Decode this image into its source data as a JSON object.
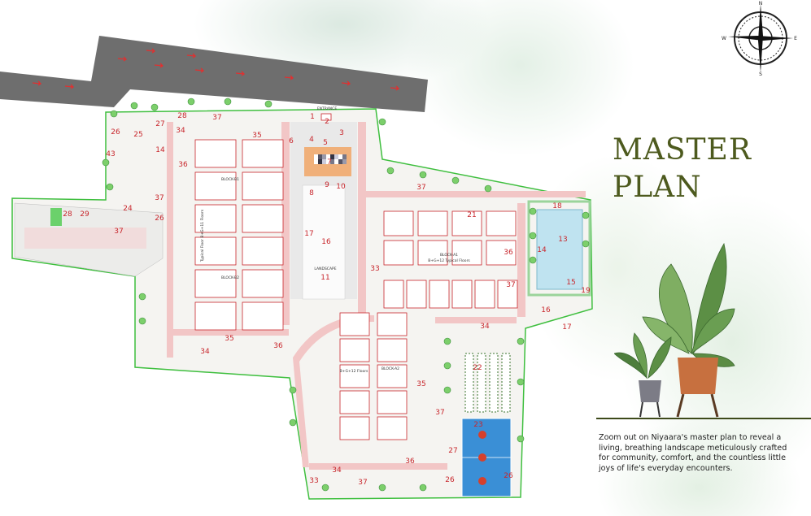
{
  "heading": {
    "line1": "MASTER",
    "line2": "PLAN"
  },
  "description": "Zoom out on Niyaara's master plan to reveal a living, breathing landscape meticulously crafted for community, comfort, and the countless little joys of life's everyday encounters.",
  "compass": {
    "n": "N",
    "s": "S",
    "e": "E",
    "w": "W"
  },
  "plan_text": {
    "entrance": "ENTRANCE",
    "block_a1": "BLOCK-A1",
    "block_a1_floors": "B+G+12 Typical Floors",
    "block_a2": "BLOCK-A2",
    "block_a2_floors": "B+G+12 Floors",
    "block_b1": "BLOCK-B1",
    "block_b2": "BLOCK-B2",
    "block_b_floors": "Typical Floor B+G+11 Floors",
    "landscape": "LANDSCAPE"
  },
  "plan_labels": [
    "1",
    "2",
    "3",
    "4",
    "5",
    "6",
    "7",
    "8",
    "9",
    "10",
    "17",
    "16",
    "11",
    "28",
    "27",
    "26",
    "25",
    "34",
    "37",
    "35",
    "14",
    "43",
    "36",
    "24",
    "37",
    "26",
    "28",
    "29",
    "37",
    "21",
    "18",
    "13",
    "14",
    "15",
    "16",
    "17",
    "19",
    "36",
    "37",
    "33",
    "37",
    "34",
    "35",
    "34",
    "36",
    "22",
    "23",
    "35",
    "37",
    "27",
    "26",
    "26",
    "36",
    "34",
    "37",
    "33"
  ],
  "colors": {
    "title": "#4d5a1e",
    "label": "#c8262c",
    "boundary": "#3fbf3f",
    "road": "#6e6e6e",
    "walkway": "#f2c6c6",
    "pool": "#bfe3f0",
    "court": "#3a8fd6"
  }
}
